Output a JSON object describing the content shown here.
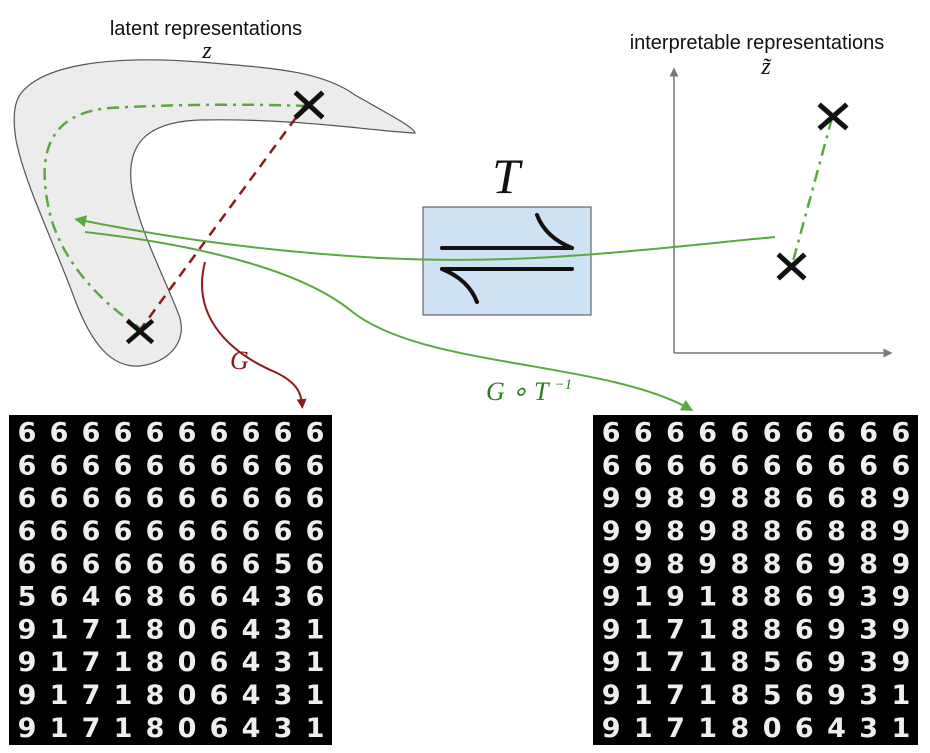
{
  "latent": {
    "title": "latent representations",
    "symbol": "z"
  },
  "interpretable": {
    "title": "interpretable representations",
    "symbol": "z̃"
  },
  "transform": {
    "symbol": "T"
  },
  "paths": {
    "generator_label": "G",
    "composed_label": "G ∘ T",
    "composed_superscript": "−1"
  },
  "colors": {
    "manifold_fill": "#ececec",
    "generator_path": "#8b1a1a",
    "green_path": "#5aa83e",
    "transform_box": "#cfe2f3"
  },
  "grids": {
    "left": [
      [
        "6",
        "6",
        "6",
        "6",
        "6",
        "6",
        "6",
        "6",
        "6",
        "6"
      ],
      [
        "6",
        "6",
        "6",
        "6",
        "6",
        "6",
        "6",
        "6",
        "6",
        "6"
      ],
      [
        "6",
        "6",
        "6",
        "6",
        "6",
        "6",
        "6",
        "6",
        "6",
        "6"
      ],
      [
        "6",
        "6",
        "6",
        "6",
        "6",
        "6",
        "6",
        "6",
        "6",
        "6"
      ],
      [
        "6",
        "6",
        "6",
        "6",
        "6",
        "6",
        "6",
        "6",
        "5",
        "6"
      ],
      [
        "5",
        "6",
        "4",
        "6",
        "8",
        "6",
        "6",
        "4",
        "3",
        "6"
      ],
      [
        "9",
        "1",
        "7",
        "1",
        "8",
        "0",
        "6",
        "4",
        "3",
        "1"
      ],
      [
        "9",
        "1",
        "7",
        "1",
        "8",
        "0",
        "6",
        "4",
        "3",
        "1"
      ],
      [
        "9",
        "1",
        "7",
        "1",
        "8",
        "0",
        "6",
        "4",
        "3",
        "1"
      ],
      [
        "9",
        "1",
        "7",
        "1",
        "8",
        "0",
        "6",
        "4",
        "3",
        "1"
      ]
    ],
    "right": [
      [
        "6",
        "6",
        "6",
        "6",
        "6",
        "6",
        "6",
        "6",
        "6",
        "6"
      ],
      [
        "6",
        "6",
        "6",
        "6",
        "6",
        "6",
        "6",
        "6",
        "6",
        "6"
      ],
      [
        "9",
        "9",
        "8",
        "9",
        "8",
        "8",
        "6",
        "6",
        "8",
        "9"
      ],
      [
        "9",
        "9",
        "8",
        "9",
        "8",
        "8",
        "6",
        "8",
        "8",
        "9"
      ],
      [
        "9",
        "9",
        "8",
        "9",
        "8",
        "8",
        "6",
        "9",
        "8",
        "9"
      ],
      [
        "9",
        "1",
        "9",
        "1",
        "8",
        "8",
        "6",
        "9",
        "3",
        "9"
      ],
      [
        "9",
        "1",
        "7",
        "1",
        "8",
        "8",
        "6",
        "9",
        "3",
        "9"
      ],
      [
        "9",
        "1",
        "7",
        "1",
        "8",
        "5",
        "6",
        "9",
        "3",
        "9"
      ],
      [
        "9",
        "1",
        "7",
        "1",
        "8",
        "5",
        "6",
        "9",
        "3",
        "1"
      ],
      [
        "9",
        "1",
        "7",
        "1",
        "8",
        "0",
        "6",
        "4",
        "3",
        "1"
      ]
    ]
  }
}
